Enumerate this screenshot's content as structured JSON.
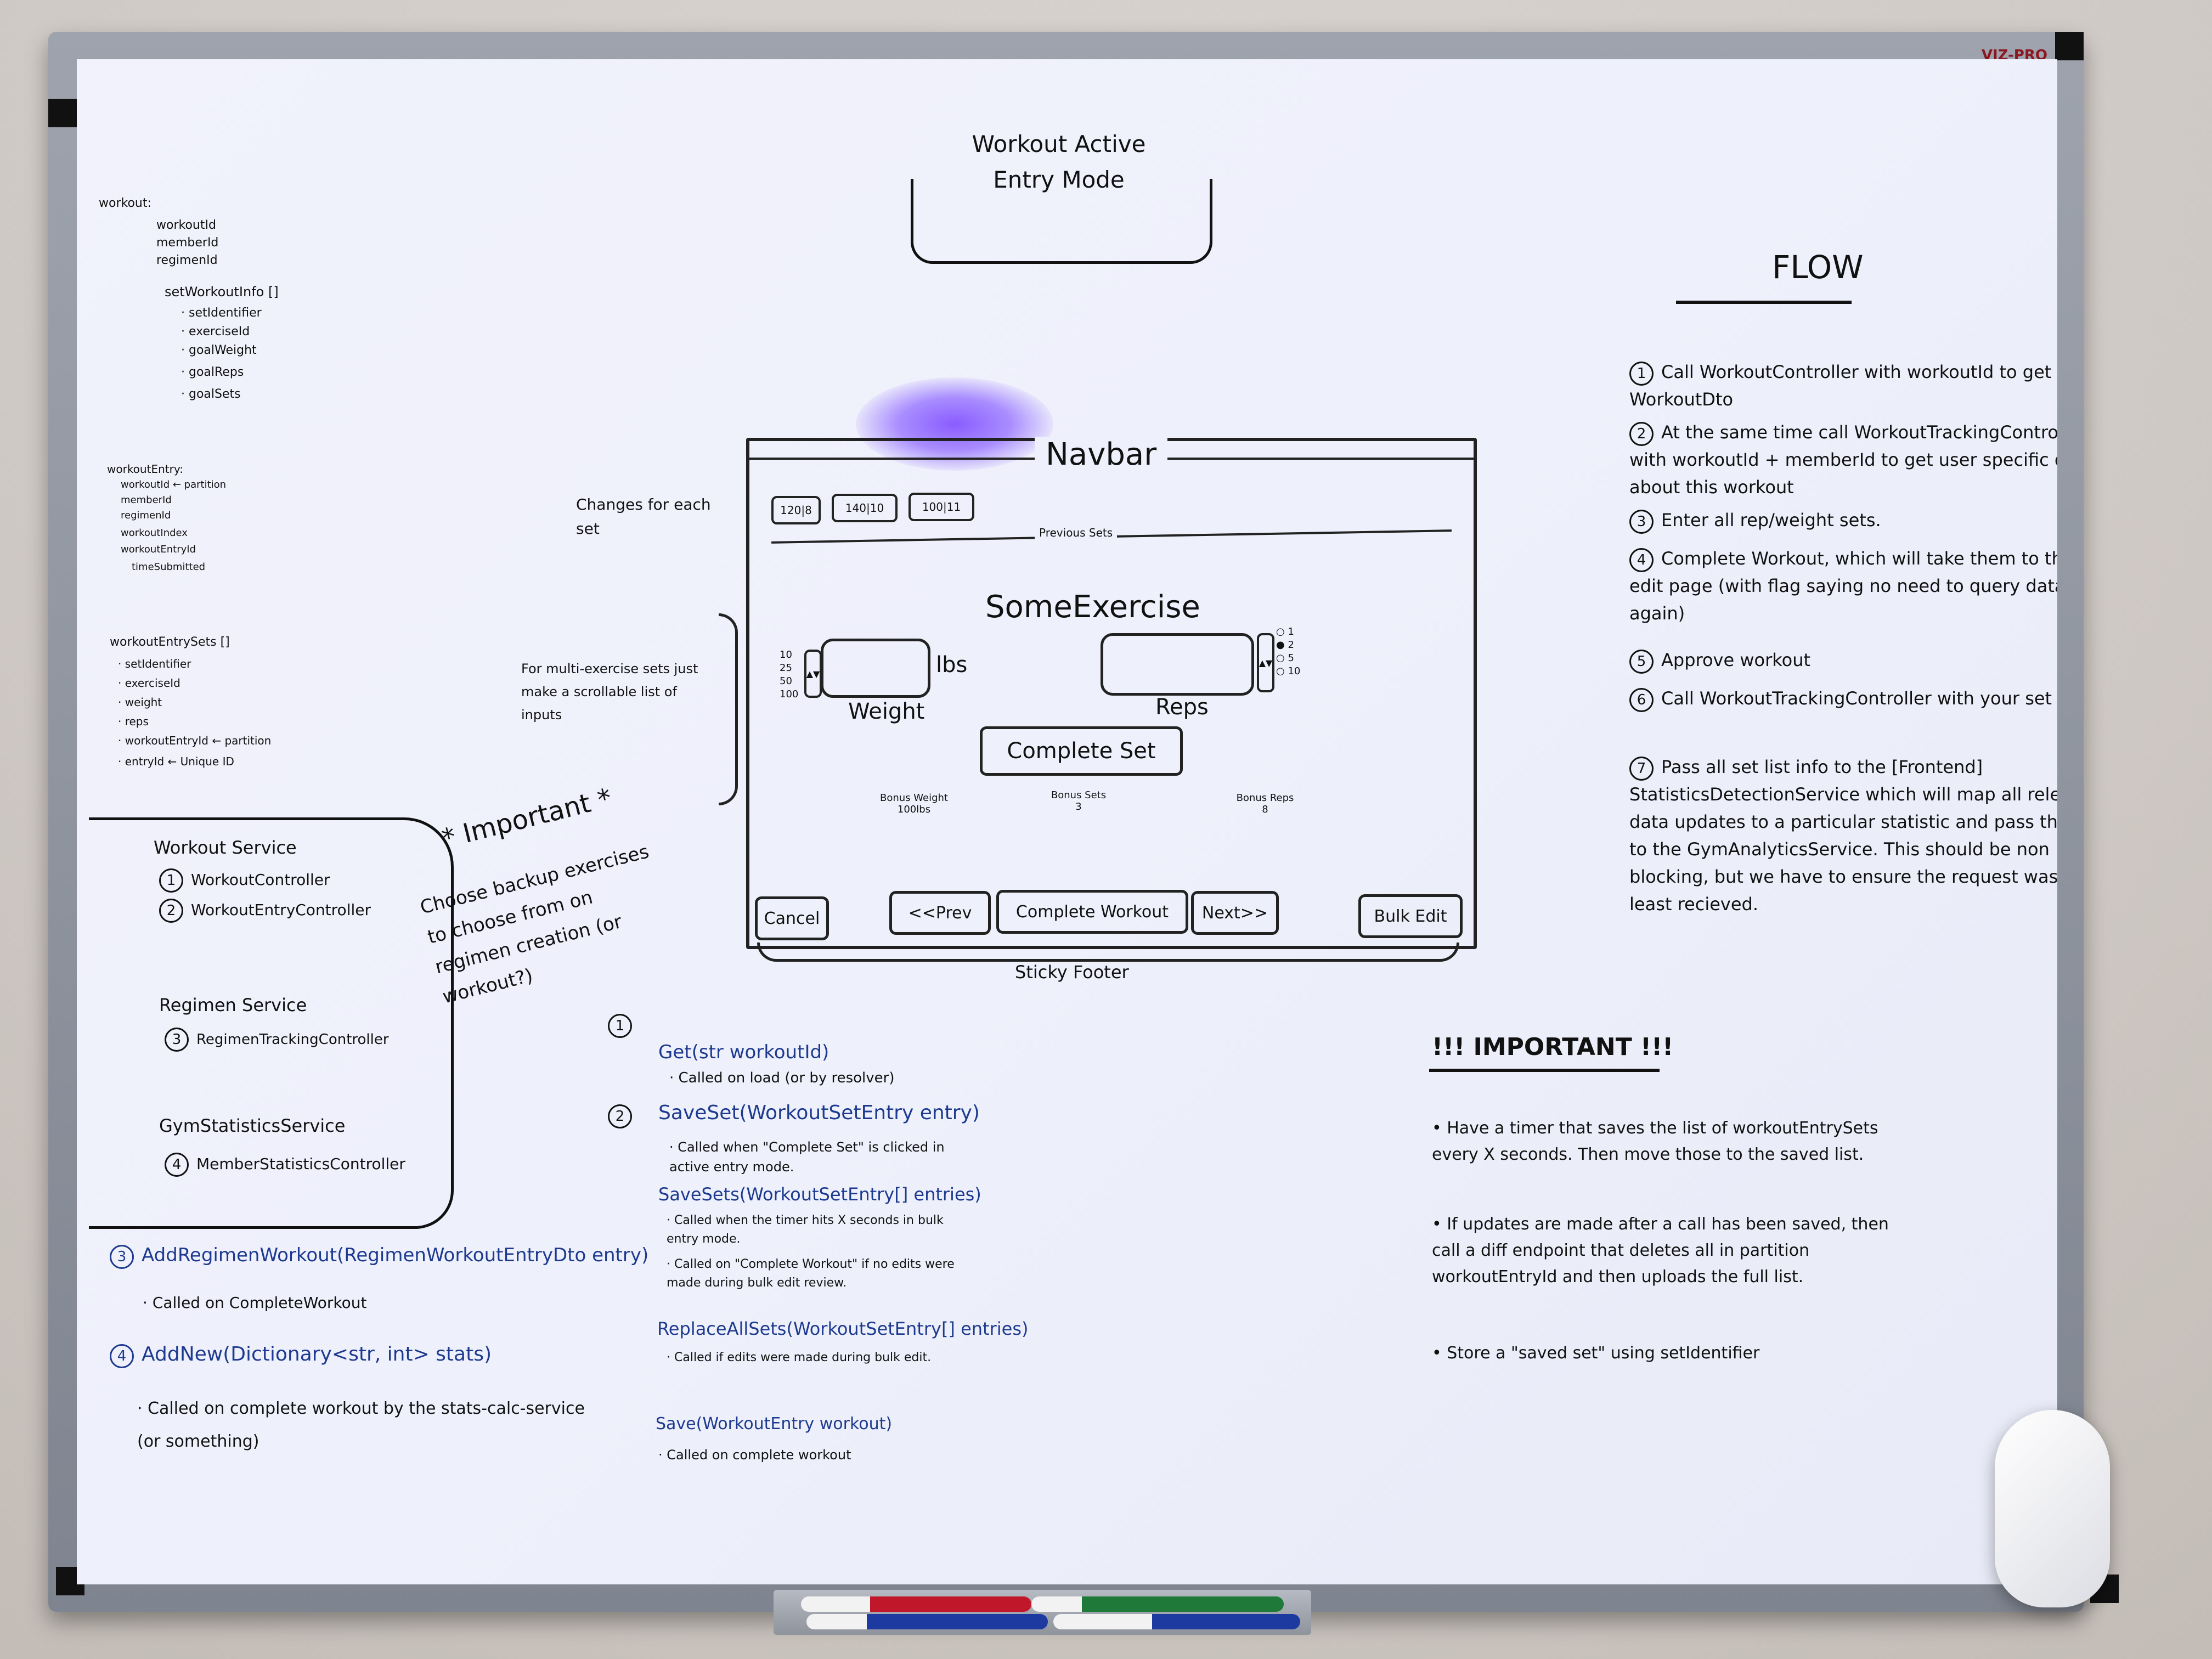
{
  "board": {
    "brand": "VIZ-PRO",
    "title": [
      "Workout Active",
      "Entry Mode"
    ],
    "flow": {
      "heading": "FLOW",
      "steps": [
        {
          "num": "1",
          "text": "Call WorkoutController with workoutId to get WorkoutDto"
        },
        {
          "num": "2",
          "text": "At the same time call WorkoutTrackingController with workoutId + memberId to get user specific details about this workout"
        },
        {
          "num": "3",
          "text": "Enter all rep/weight sets."
        },
        {
          "num": "4",
          "text": "Complete Workout, which will take them to the bulk edit page (with flag saying no need to query data again)"
        },
        {
          "num": "5",
          "text": "Approve workout"
        },
        {
          "num": "6",
          "text": "Call WorkoutTrackingController with your set list."
        },
        {
          "num": "7",
          "text": "Pass all set list info to the [Frontend] StatisticsDetectionService which will map all relevent data updates to a particular statistic and pass that info to the GymAnalyticsService. This should be non blocking, but we have to ensure the request was at least recieved."
        }
      ]
    },
    "important_right": {
      "heading": "!!! IMPORTANT !!!",
      "bullets": [
        "Have a timer that saves the list of workoutEntrySets every X seconds. Then move those to the saved list.",
        "If updates are made after a call has been saved, then call a diff endpoint that deletes all in partition workoutEntryId and then uploads the full list.",
        "Store a \"saved set\" using setIdentifier"
      ]
    },
    "models": {
      "workout": {
        "label": "workout:",
        "fields": [
          "workoutId",
          "memberId",
          "regimenId"
        ],
        "array_label": "setWorkoutInfo []",
        "array_fields": [
          "setIdentifier",
          "exerciseId",
          "goalWeight",
          "goalReps",
          "goalSets"
        ]
      },
      "workout_entry": {
        "label": "workoutEntry:",
        "fields": [
          "workoutId ← partition",
          "memberId",
          "regimenId",
          "workoutIndex",
          "workoutEntryId",
          "timeSubmitted"
        ]
      },
      "workout_entry_sets": {
        "label": "workoutEntrySets []",
        "fields": [
          "setIdentifier",
          "exerciseId",
          "weight",
          "reps",
          "workoutEntryId ← partition",
          "entryId ← Unique ID"
        ]
      }
    },
    "services": {
      "workout_service": {
        "title": "Workout Service",
        "items": [
          {
            "num": "1",
            "text": "WorkoutController"
          },
          {
            "num": "2",
            "text": "WorkoutEntryController"
          }
        ]
      },
      "regimen_service": {
        "title": "Regimen Service",
        "items": [
          {
            "num": "3",
            "text": "RegimenTrackingController"
          }
        ]
      },
      "gym_stats_service": {
        "title": "GymStatisticsService",
        "items": [
          {
            "num": "4",
            "text": "MemberStatisticsController"
          }
        ]
      }
    },
    "left_endpoints": [
      {
        "num": "3",
        "sig": "AddRegimenWorkout(RegimenWorkoutEntryDto entry)",
        "note": "Called on CompleteWorkout"
      },
      {
        "num": "4",
        "sig": "AddNew(Dictionary<str, int> stats)",
        "note": "Called on complete workout by the stats-calc-service (or something)"
      }
    ],
    "center_endpoints": [
      {
        "num": "1",
        "sig": "Get(str workoutId)",
        "notes": [
          "Called on load (or by resolver)"
        ]
      },
      {
        "num": "2",
        "sig": "SaveSet(WorkoutSetEntry entry)",
        "notes": [
          "Called when \"Complete Set\" is clicked in active entry mode."
        ]
      },
      {
        "num": "",
        "sig": "SaveSets(WorkoutSetEntry[] entries)",
        "notes": [
          "Called when the timer hits X seconds in bulk entry mode.",
          "Called on \"Complete Workout\" if no edits were made during bulk edit review."
        ]
      },
      {
        "num": "",
        "sig": "ReplaceAllSets(WorkoutSetEntry[] entries)",
        "notes": [
          "Called if edits were made during bulk edit."
        ]
      },
      {
        "num": "",
        "sig": "Save(WorkoutEntry workout)",
        "notes": [
          "Called on complete workout"
        ]
      }
    ],
    "important_left": {
      "heading": "* Important *",
      "text": "Choose backup exercises to choose from on regimen creation (or workout?)"
    },
    "annotations": {
      "changes_each_set": "Changes for each set",
      "multi_exercise": "For multi-exercise sets just make a scrollable list of inputs",
      "sticky_footer": "Sticky Footer"
    },
    "mockup": {
      "navbar": "Navbar",
      "previous_sets_label": "Previous Sets",
      "previous_sets": [
        "120|8",
        "140|10",
        "100|11"
      ],
      "exercise_name": "SomeExercise",
      "weight_label": "Weight",
      "weight_unit": "lbs",
      "weight_steps": [
        "10",
        "25",
        "50",
        "100"
      ],
      "reps_label": "Reps",
      "reps_steps": [
        "1",
        "2",
        "5",
        "10"
      ],
      "complete_set": "Complete Set",
      "bonus_weight": "Bonus Weight",
      "bonus_weight_val": "100lbs",
      "bonus_sets": "Bonus Sets",
      "bonus_sets_val": "3",
      "bonus_reps": "Bonus Reps",
      "bonus_reps_val": "8",
      "footer_buttons": [
        "Cancel",
        "<<Prev",
        "Complete Workout",
        "Next>>",
        "Bulk Edit"
      ]
    }
  }
}
